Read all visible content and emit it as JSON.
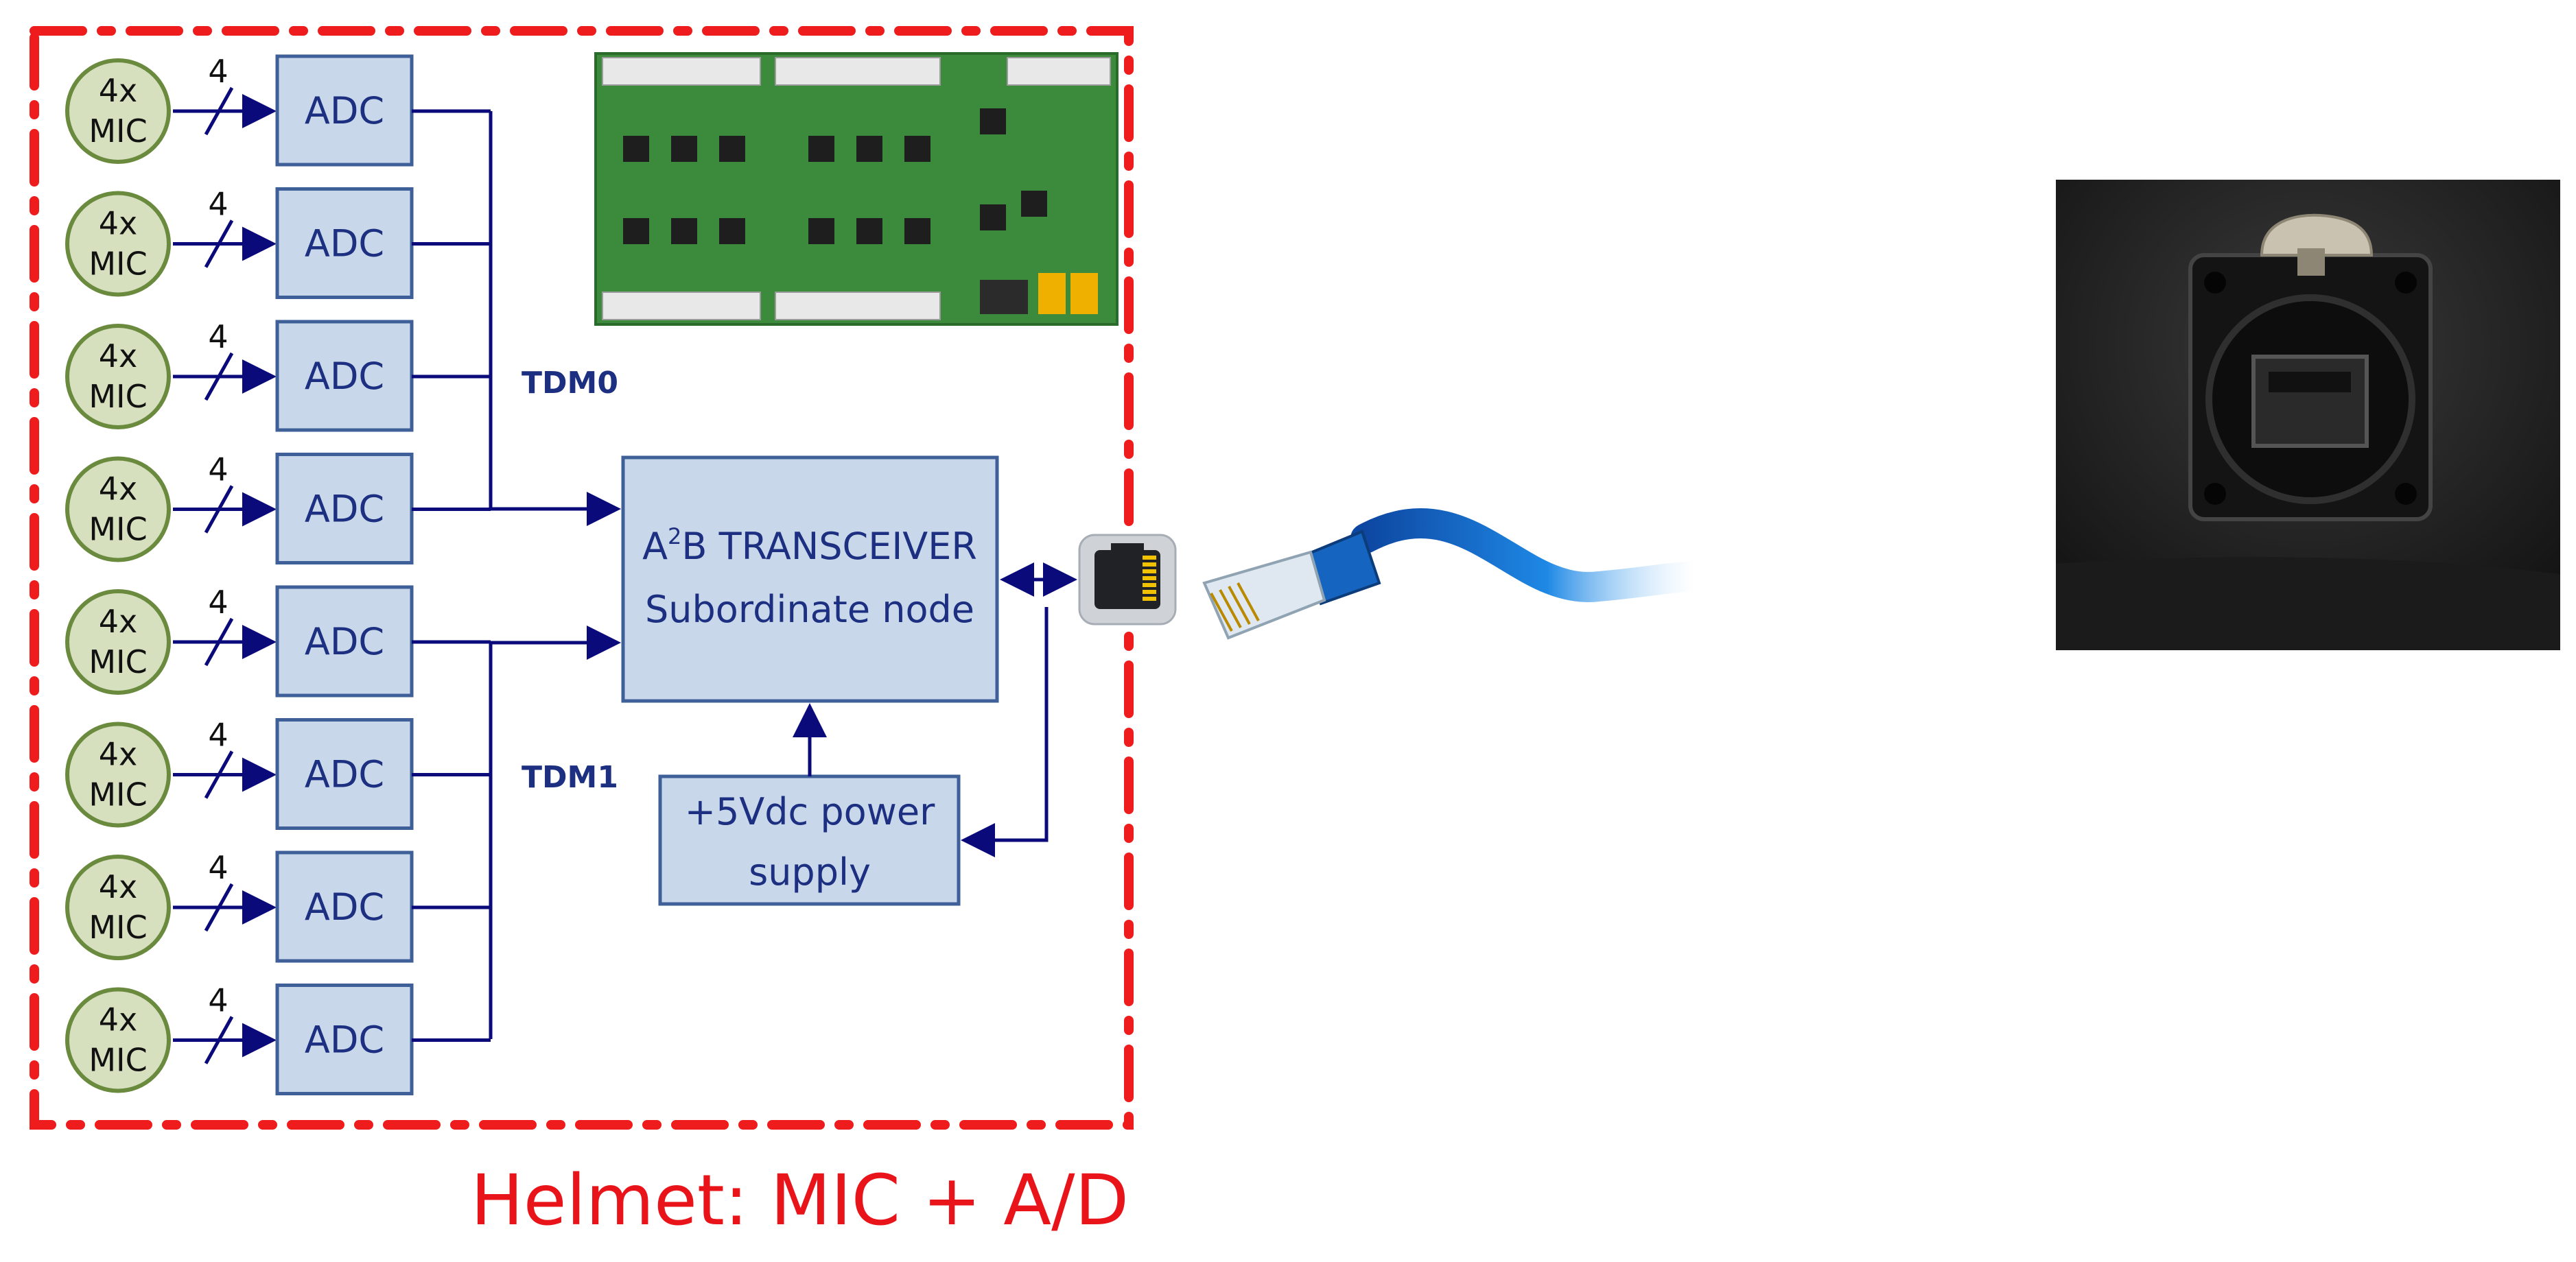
{
  "diagram": {
    "mic_label_line1": "4x",
    "mic_label_line2": "MIC",
    "bus_width": "4",
    "adc_label": "ADC",
    "channel_count": 8,
    "tdm0_label": "TDM0",
    "tdm1_label": "TDM1",
    "transceiver_line1_prefix": "A",
    "transceiver_line1_sup": "2",
    "transceiver_line1_suffix": "B TRANSCEIVER",
    "transceiver_line2": "Subordinate node",
    "power_line1": "+5Vdc power",
    "power_line2": "supply",
    "boundary_caption": "Helmet: MIC + A/D"
  },
  "colors": {
    "boundary": "#ee1c1c",
    "caption": "#e8141a",
    "wire": "#0a0a7a",
    "block_fill": "#c8d8ea",
    "block_stroke": "#3e5f98",
    "block_text": "#1c2f80",
    "mic_fill": "#d6dfbe",
    "mic_stroke": "#6a8a3e",
    "pcb_green": "#3c8a3c",
    "cable_blue": "#1565c0"
  },
  "icons": {
    "pcb": "pcb-photo-icon",
    "rj45_port": "rj45-port-icon",
    "ethernet_cable": "ethernet-cable-icon",
    "panel_connector": "panel-connector-photo-icon"
  }
}
